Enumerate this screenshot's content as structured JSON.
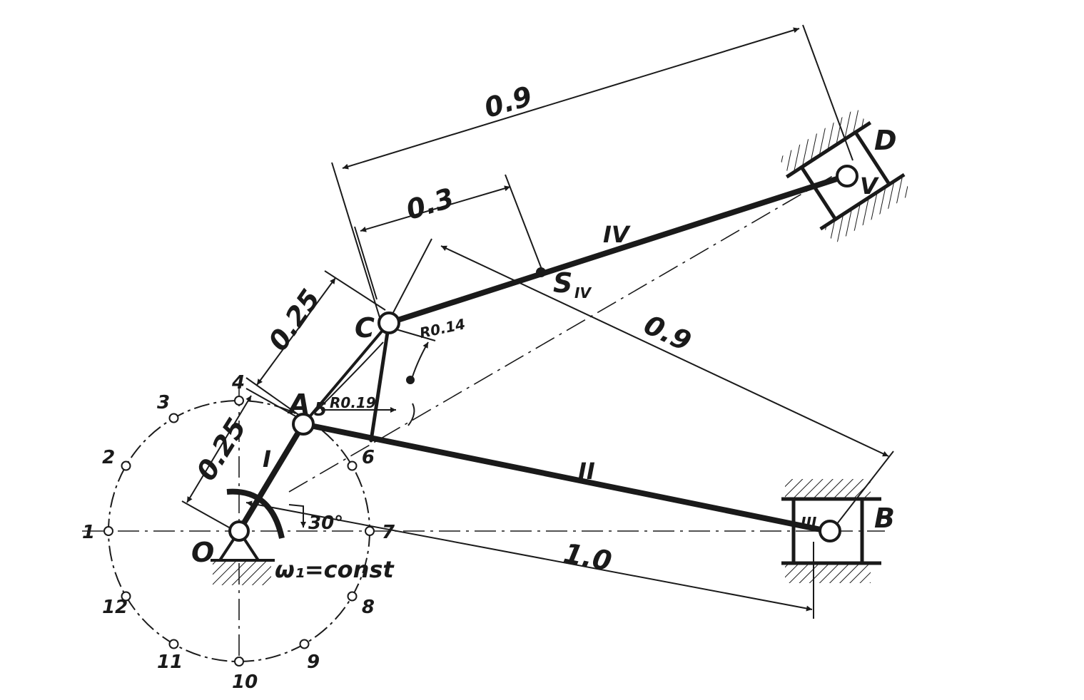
{
  "colors": {
    "ink": "#1a1a1a",
    "paper": "#ffffff"
  },
  "points": {
    "O": "O",
    "A": "A",
    "A_sub": "5",
    "B": "B",
    "C": "C",
    "D": "D",
    "S": "S",
    "S_sub": "IV"
  },
  "links": {
    "I": "I",
    "II": "II",
    "III": "III",
    "IV": "IV",
    "V": "V"
  },
  "dims": {
    "d_top": "0.9",
    "d_mid": "0.3",
    "d_diag": "0.9",
    "d_left_upper": "0.25",
    "d_left_lower": "0.25",
    "d_bottom": "1.0"
  },
  "radii": {
    "r1": "R0.19",
    "r2": "R0.14"
  },
  "angle": "30°",
  "omega": "ω₁=const",
  "positions": [
    "1",
    "2",
    "3",
    "4",
    "5",
    "6",
    "7",
    "8",
    "9",
    "10",
    "11",
    "12"
  ]
}
